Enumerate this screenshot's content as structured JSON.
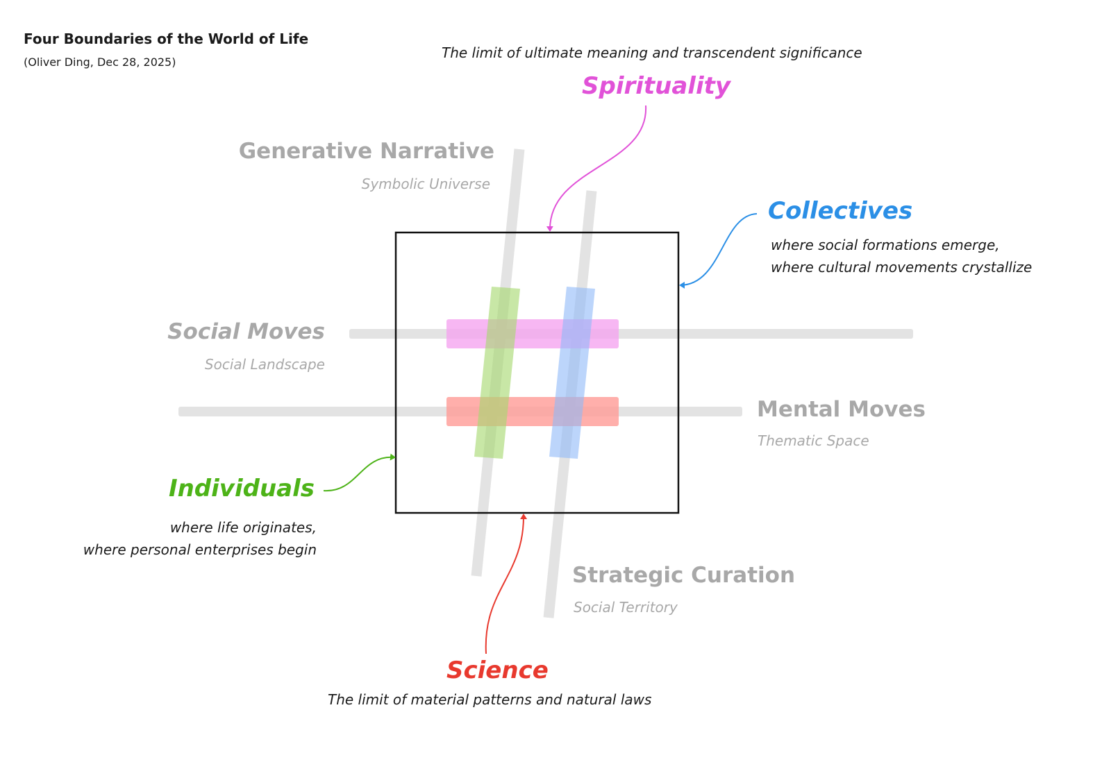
{
  "header": {
    "title": "Four Boundaries of the World of Life",
    "subtitle": "(Oliver Ding, Dec 28, 2025)"
  },
  "boundaries": {
    "spirituality": {
      "label": "Spirituality",
      "description": "The limit of ultimate meaning and transcendent significance",
      "color": "#e152d8"
    },
    "collectives": {
      "label": "Collectives",
      "description_lines": [
        "where social formations emerge,",
        "where cultural movements crystallize"
      ],
      "color": "#2b8fe6"
    },
    "individuals": {
      "label": "Individuals",
      "description_lines": [
        "where life originates,",
        "where personal enterprises begin"
      ],
      "color": "#4db318"
    },
    "science": {
      "label": "Science",
      "description": "The limit of material patterns and natural laws",
      "color": "#e8392e"
    }
  },
  "axes": {
    "generative_narrative": {
      "label": "Generative Narrative",
      "sub": "Symbolic Universe"
    },
    "social_moves": {
      "label": "Social Moves",
      "sub": "Social Landscape"
    },
    "mental_moves": {
      "label": "Mental Moves",
      "sub": "Thematic Space"
    },
    "strategic_curation": {
      "label": "Strategic Curation",
      "sub": "Social Territory"
    }
  },
  "colors": {
    "axis_gray": "#e3e3e3",
    "hash_pink": "#f5a3f0",
    "hash_red": "#ff9d98",
    "hash_green": "#b4e08a",
    "hash_blue": "#a9c9fb",
    "frame": "#111111"
  }
}
